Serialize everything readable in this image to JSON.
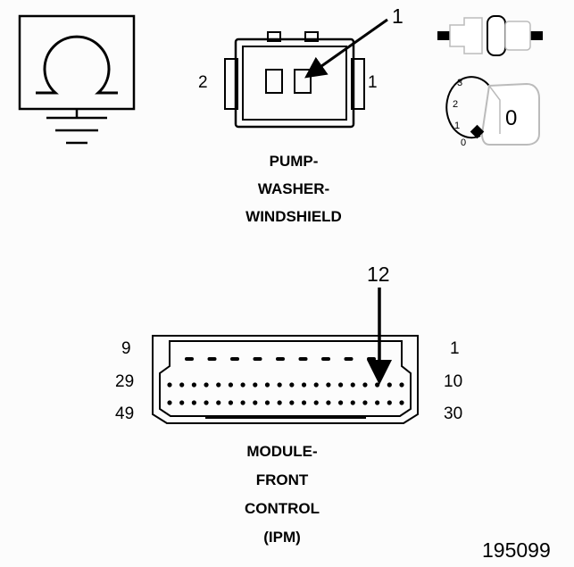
{
  "ground_symbol": {
    "icon": "ground-resistance-icon"
  },
  "pump_connector": {
    "callout": "1",
    "left_pin": "2",
    "right_pin": "1",
    "name_lines": [
      "PUMP-",
      "WASHER-",
      "WINDSHIELD"
    ]
  },
  "state_icons": {
    "fuse_icon": "fuse-icon",
    "ignition_icon": "ignition-key-icon",
    "ignition_positions": [
      "3",
      "2",
      "1",
      "0"
    ],
    "key_position": "0"
  },
  "ipm_connector": {
    "callout": "12",
    "row1_left": "9",
    "row1_right": "1",
    "row2_left": "29",
    "row2_right": "10",
    "row3_left": "49",
    "row3_right": "30",
    "name_lines": [
      "MODULE-",
      "FRONT",
      "CONTROL",
      "(IPM)"
    ]
  },
  "figure_number": "195099"
}
